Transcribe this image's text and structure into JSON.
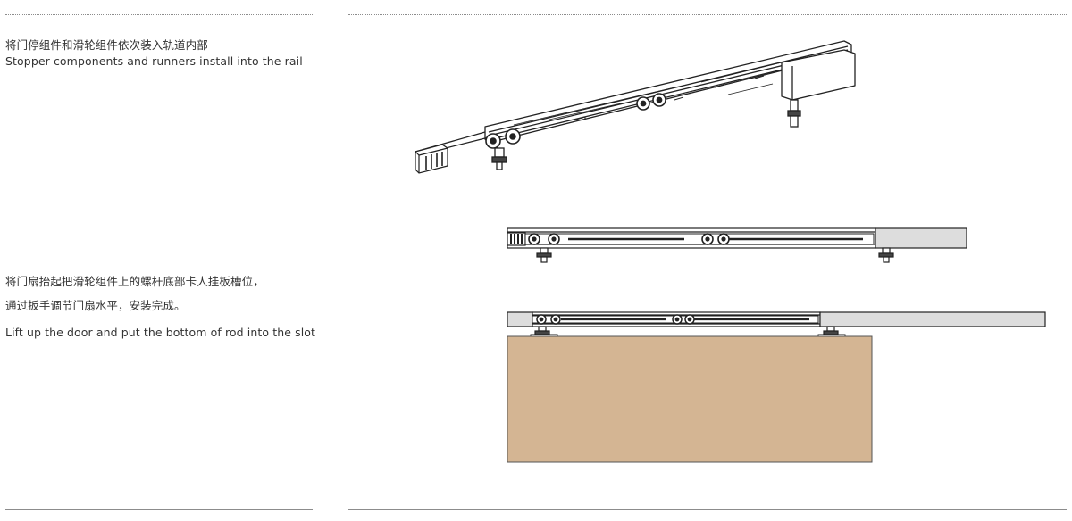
{
  "steps": [
    {
      "cn": "将门停组件和滑轮组件依次装入轨道内部",
      "en": "Stopper components and runners install into the rail"
    },
    {
      "cn_lines": [
        "将门扇抬起把滑轮组件上的螺杆底部卡人挂板槽位，",
        "通过扳手调节门扇水平，安装完成。"
      ],
      "en": "Lift up the door and put the bottom of rod into the slot"
    }
  ],
  "colors": {
    "door_panel": "#d4b593",
    "rail_stroke": "#222222",
    "end_cap_fill": "#dddddd",
    "divider": "#8c8c8c"
  }
}
